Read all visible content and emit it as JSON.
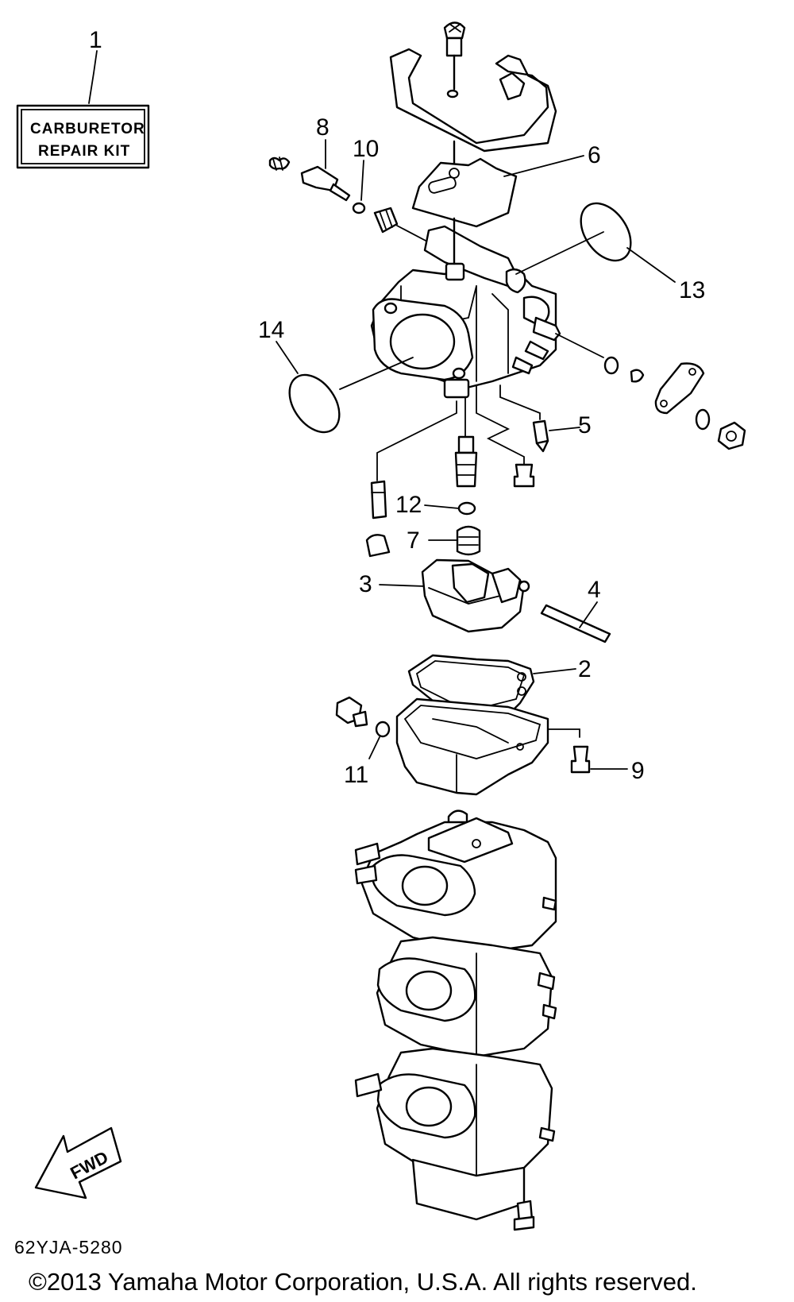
{
  "kit_label": {
    "line1": "CARBURETOR",
    "line2": "REPAIR KIT"
  },
  "fwd_label": "FWD",
  "part_number": "62YJA-5280",
  "copyright": "©2013 Yamaha Motor Corporation, U.S.A. All rights reserved.",
  "callouts": [
    "1",
    "2",
    "3",
    "4",
    "5",
    "6",
    "7",
    "8",
    "9",
    "10",
    "11",
    "12",
    "13",
    "14"
  ]
}
